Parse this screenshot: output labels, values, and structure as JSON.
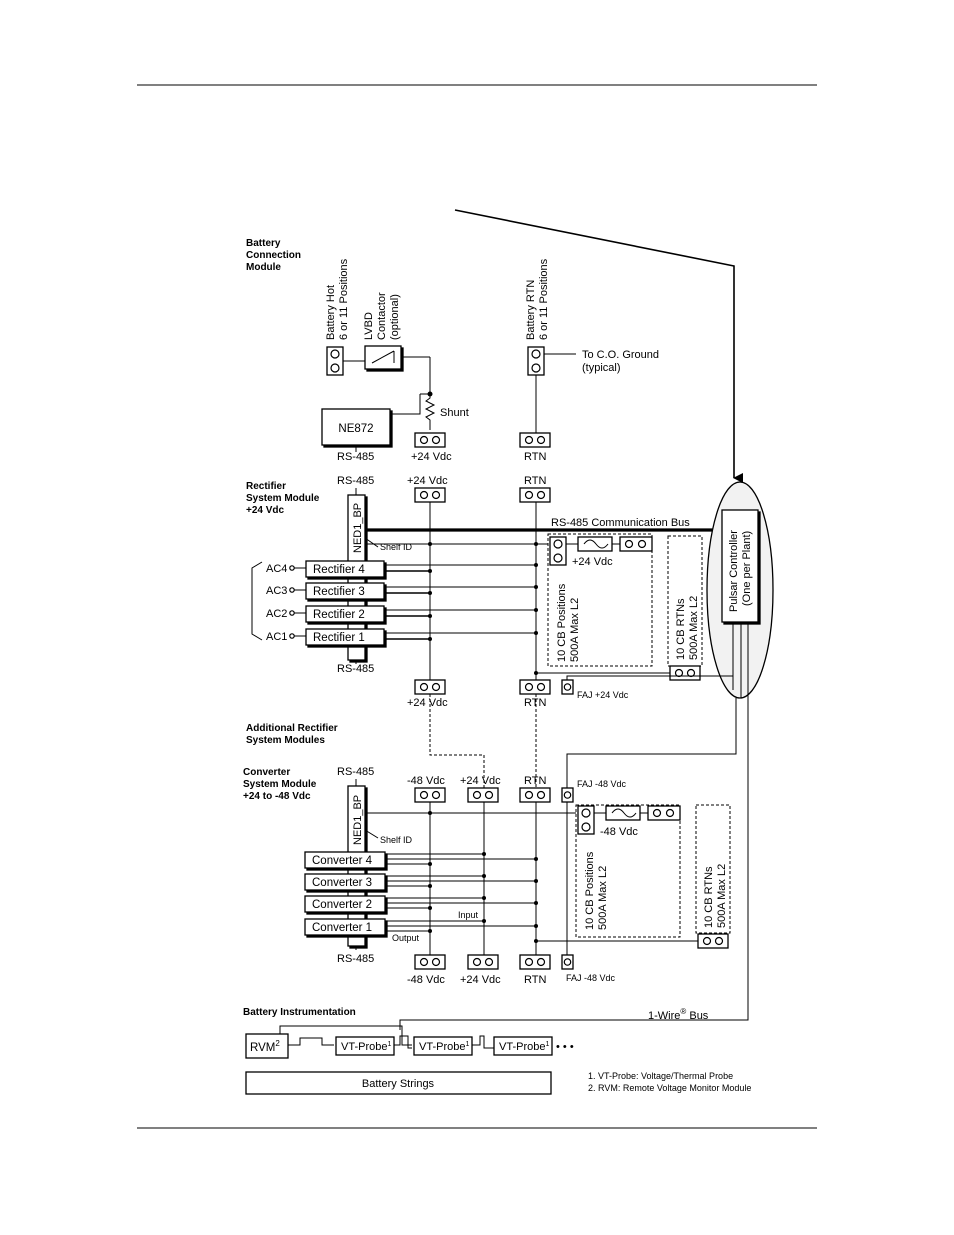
{
  "battery_connection_module": {
    "heading": [
      "Battery",
      "Connection",
      "Module"
    ],
    "battery_hot": [
      "Battery Hot",
      "6 or 11 Positions"
    ],
    "lvbd": [
      "LVBD",
      "Contactor",
      "(optional)"
    ],
    "battery_rtn": [
      "Battery RTN",
      "6 or 11 Positions"
    ],
    "to_ground": [
      "To C.O. Ground",
      "(typical)"
    ],
    "shunt": "Shunt",
    "ne872": "NE872",
    "rs485": "RS-485",
    "plus24": "+24 Vdc",
    "rtn": "RTN"
  },
  "rectifier_system_module": {
    "heading": [
      "Rectifier",
      "System Module",
      "+24 Vdc"
    ],
    "rs485_top": "RS-485",
    "rs485_bottom": "RS-485",
    "plus24_top": "+24 Vdc",
    "rtn_top": "RTN",
    "plus24_bottom": "+24 Vdc",
    "rtn_bottom": "RTN",
    "ned1": "NED1_BP",
    "shelf_id": "Shelf ID",
    "bus_label": "RS-485 Communication Bus",
    "breaker_voltage": "+24 Vdc",
    "cb_positions": [
      "10 CB Positions",
      "500A Max L2"
    ],
    "cb_rtns": [
      "10 CB RTNs",
      "500A Max L2"
    ],
    "faj": "FAJ +24 Vdc",
    "ac_inputs": [
      "AC4",
      "AC3",
      "AC2",
      "AC1"
    ],
    "rectifiers": [
      "Rectifier 4",
      "Rectifier 3",
      "Rectifier 2",
      "Rectifier 1"
    ]
  },
  "additional_modules": [
    "Additional Rectifier",
    "System Modules"
  ],
  "converter_system_module": {
    "heading": [
      "Converter",
      "System Module",
      "+24 to -48 Vdc"
    ],
    "rs485_top": "RS-485",
    "rs485_bottom": "RS-485",
    "minus48_top": "-48 Vdc",
    "plus24_top": "+24 Vdc",
    "rtn_top": "RTN",
    "minus48_bottom": "-48 Vdc",
    "plus24_bottom": "+24 Vdc",
    "rtn_bottom": "RTN",
    "faj_top": "FAJ -48 Vdc",
    "faj_bottom": "FAJ -48 Vdc",
    "ned1": "NED1_BP",
    "shelf_id": "Shelf ID",
    "breaker_voltage": "-48 Vdc",
    "cb_positions": [
      "10 CB Positions",
      "500A Max L2"
    ],
    "cb_rtns": [
      "10 CB RTNs",
      "500A Max L2"
    ],
    "input": "Input",
    "output": "Output",
    "converters": [
      "Converter 4",
      "Converter 3",
      "Converter 2",
      "Converter 1"
    ]
  },
  "controller": [
    "Pulsar Controller",
    "(One per Plant)"
  ],
  "battery_instrumentation": {
    "heading": "Battery Instrumentation",
    "one_wire_bus": "1-Wire",
    "one_wire_mark": "®",
    "one_wire_suffix": " Bus",
    "rvm": "RVM",
    "rvm_sup": "2",
    "vt_probe": "VT-Probe",
    "vt_sup": "1",
    "ellipsis": "• • •",
    "battery_strings": "Battery Strings",
    "notes": [
      "1. VT-Probe: Voltage/Thermal Probe",
      "2. RVM: Remote Voltage Monitor Module"
    ]
  }
}
